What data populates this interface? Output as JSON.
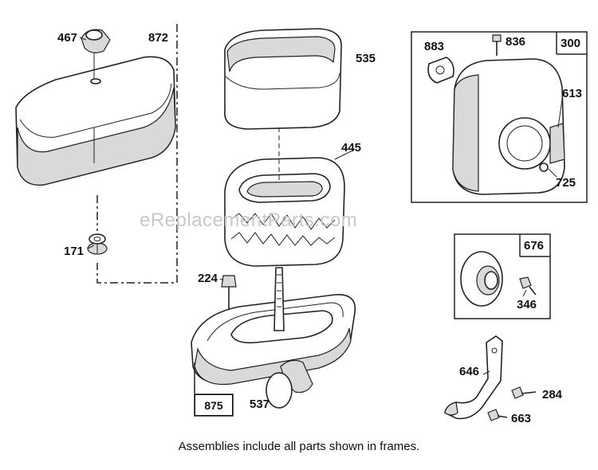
{
  "watermark": "eReplacementParts.com",
  "caption": "Assemblies include all parts shown in frames.",
  "parts": {
    "p467": "467",
    "p872": "872",
    "p535": "535",
    "p445": "445",
    "p171": "171",
    "p224": "224",
    "p875": "875",
    "p537": "537",
    "p883": "883",
    "p836": "836",
    "p300": "300",
    "p613": "613",
    "p725": "725",
    "p676": "676",
    "p346": "346",
    "p646": "646",
    "p284": "284",
    "p663": "663"
  }
}
